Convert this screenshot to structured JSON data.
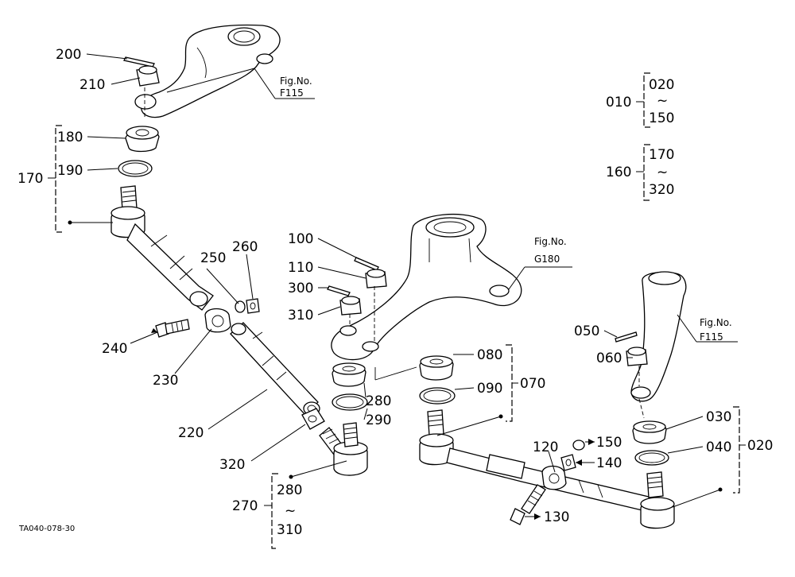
{
  "figure_refs": {
    "top_left": {
      "line1": "Fig.No.",
      "line2": "F115"
    },
    "middle": {
      "line1": "Fig.No.",
      "line2": "G180"
    },
    "right": {
      "line1": "Fig.No.",
      "line2": "F115"
    }
  },
  "assembly_legend": {
    "group1": {
      "id": "010",
      "from": "020",
      "tilde": "~",
      "to": "150"
    },
    "group2": {
      "id": "160",
      "from": "170",
      "tilde": "~",
      "to": "320"
    }
  },
  "callouts": {
    "c200": "200",
    "c210": "210",
    "c180": "180",
    "c190": "190",
    "c170": "170",
    "c250": "250",
    "c260": "260",
    "c240": "240",
    "c230": "230",
    "c220": "220",
    "c320": "320",
    "c100": "100",
    "c110": "110",
    "c300": "300",
    "c310": "310",
    "c080": "080",
    "c090": "090",
    "c070": "070",
    "c280": "280",
    "c290": "290",
    "c050": "050",
    "c060": "060",
    "c030": "030",
    "c040": "040",
    "c020": "020",
    "c150": "150",
    "c120": "120",
    "c140": "140",
    "c130": "130"
  },
  "bottom_group": {
    "id": "270",
    "from": "280",
    "tilde": "~",
    "to": "310"
  },
  "drawing_code": "TA040-078-30"
}
